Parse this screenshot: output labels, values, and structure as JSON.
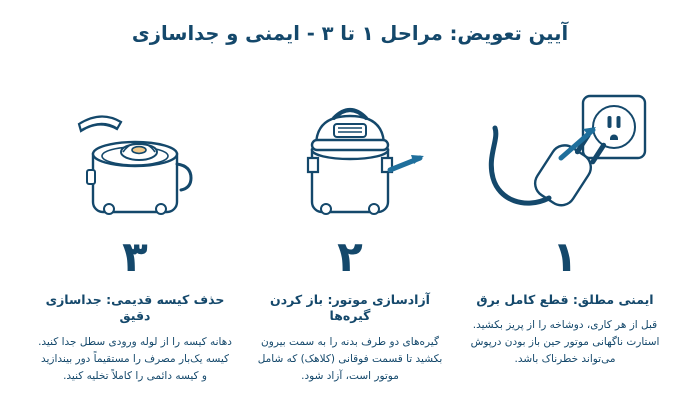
{
  "title": "آیین تعویض: مراحل ۱ تا ۳ - ایمنی و جداسازی",
  "colors": {
    "ink": "#14486b",
    "accent": "#1f6f9c",
    "arrow": "#1f6f9c",
    "background": "#ffffff"
  },
  "steps": [
    {
      "number": "۱",
      "heading": "ایمنی مطلق: قطع کامل برق",
      "body": "قبل از هر کاری، دوشاخه را از پریز بکشید. استارت ناگهانی موتور حین باز بودن درپوش می‌تواند خطرناک باشد.",
      "illustration": "power-plug-outlet"
    },
    {
      "number": "۲",
      "heading": "آزادسازی موتور: باز کردن گیره‌ها",
      "body": "گیره‌های دو طرف بدنه را به سمت بیرون بکشید تا قسمت فوقانی (کلاهک) که شامل موتور است، آزاد شود.",
      "illustration": "vacuum-latches"
    },
    {
      "number": "۳",
      "heading": "حذف کیسه قدیمی: جداسازی دقیق",
      "body": "دهانه کیسه را از لوله ورودی سطل جدا کنید. کیسه یک‌بار مصرف را مستقیماً دور بیندازید و کیسه دائمی را کاملاً تخلیه کنید.",
      "illustration": "vacuum-open-bag"
    }
  ]
}
